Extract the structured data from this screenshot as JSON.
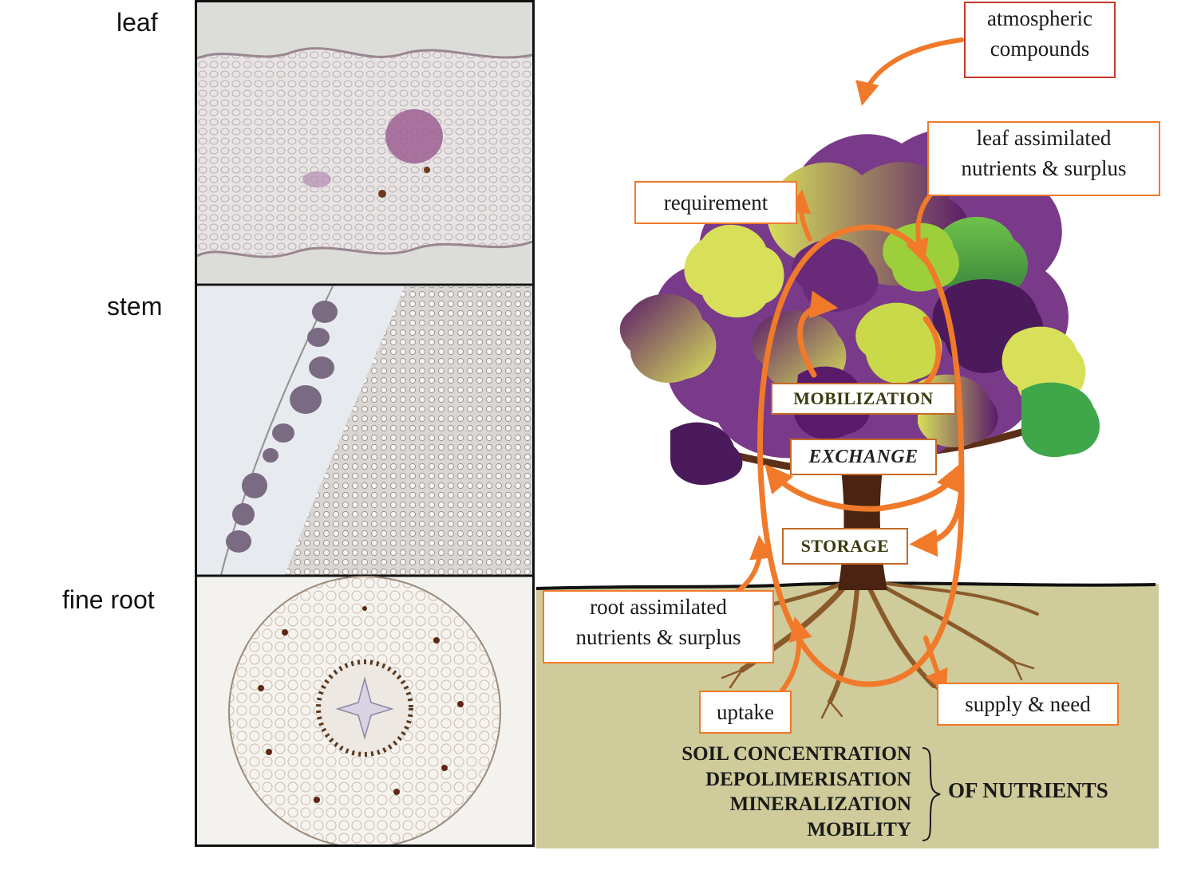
{
  "panels": {
    "leaf_label": "leaf",
    "stem_label": "stem",
    "fine_root_label": "fine root"
  },
  "inputs": {
    "atmospheric": [
      "atmospheric",
      "compounds"
    ],
    "leaf_assimilated": [
      "leaf assimilated",
      "nutrients  & surplus"
    ],
    "requirement": "requirement",
    "root_assimilated": [
      "root assimilated",
      "nutrients  & surplus"
    ],
    "uptake": "uptake",
    "supply_need": "supply & need"
  },
  "processes": {
    "mobilization": "MOBILIZATION",
    "exchange": "EXCHANGE",
    "storage": "STORAGE"
  },
  "soil": {
    "terms": [
      "SOIL CONCENTRATION",
      "DEPOLIMERISATION",
      "MINERALIZATION",
      "MOBILITY"
    ],
    "summary": "OF NUTRIENTS"
  },
  "colors": {
    "arrow": "#f07a2a",
    "soil": "#cfcb9a",
    "trunk": "#4a2410",
    "leaf_purple": "#5a1a6a",
    "leaf_yellow": "#d8e05a",
    "leaf_green": "#3fa64a"
  }
}
